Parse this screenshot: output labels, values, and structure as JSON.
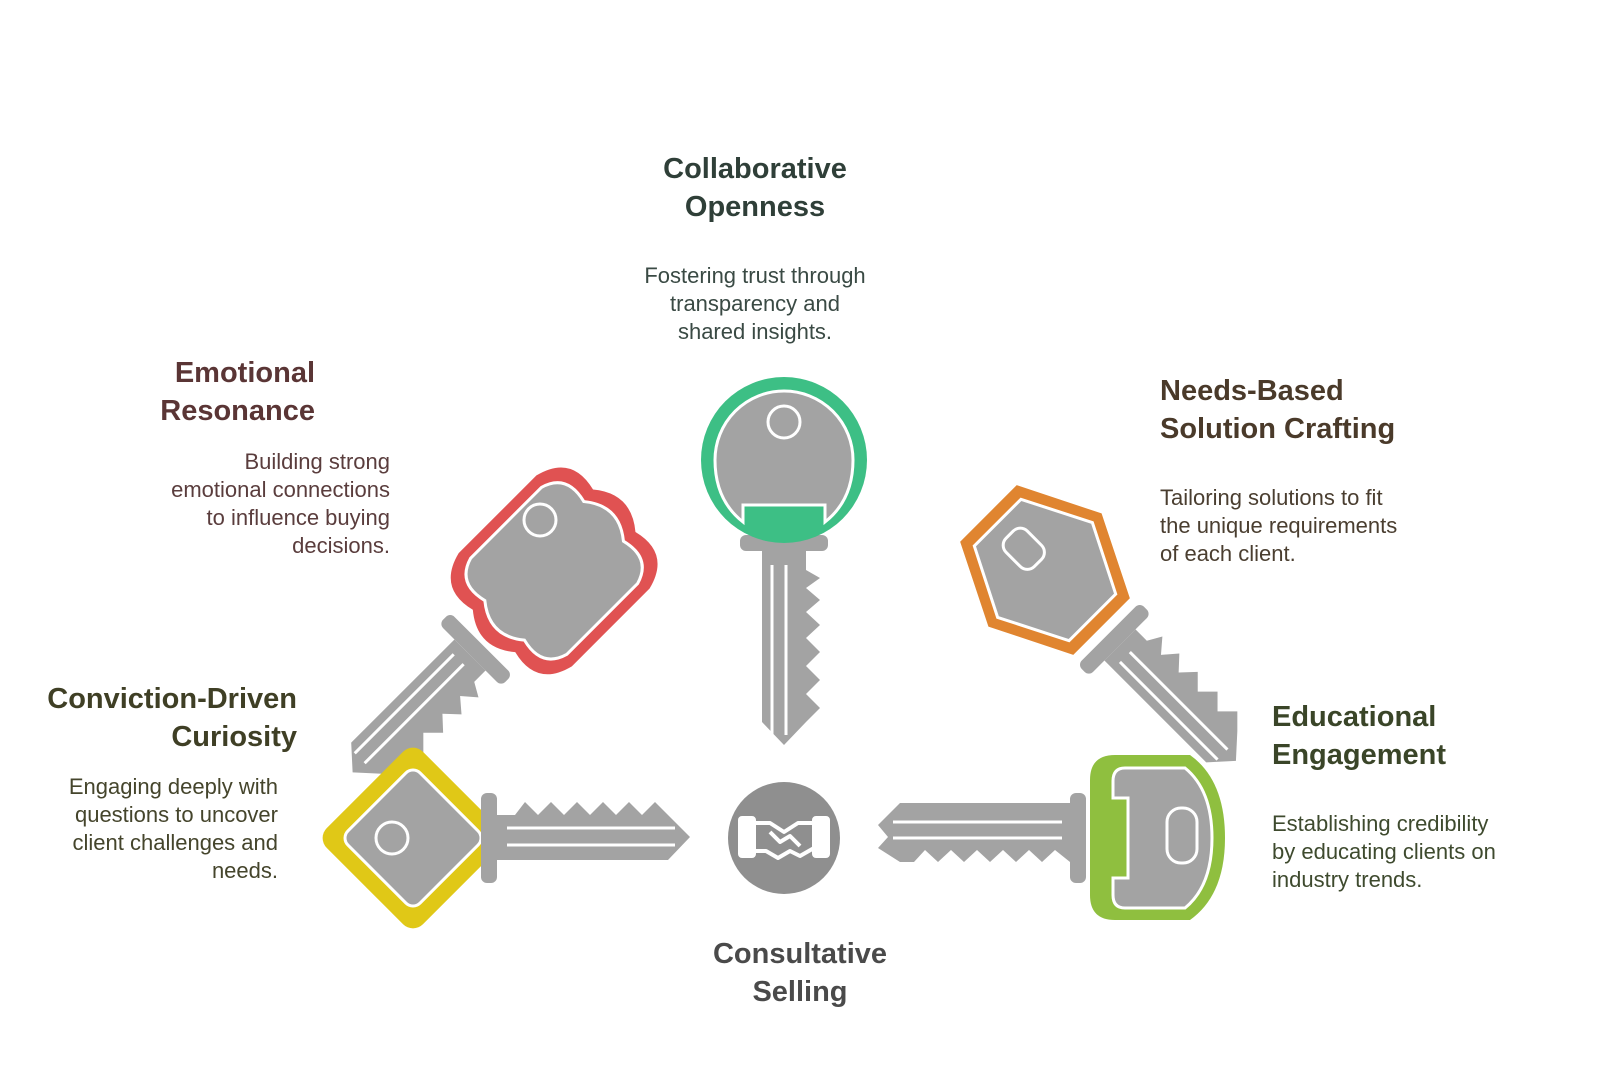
{
  "center": {
    "title": "Consultative\nSelling",
    "icon": "handshake-icon"
  },
  "items": [
    {
      "key": "collaborative",
      "title": "Collaborative\nOpenness",
      "description": "Fostering trust through\ntransparency and\nshared insights.",
      "color": "#3dbf85",
      "title_color": "#2f3f38",
      "text_color": "#3a4a44"
    },
    {
      "key": "emotional",
      "title": "Emotional\nResonance",
      "description": "Building strong\nemotional connections\nto influence buying\ndecisions.",
      "color": "#e05252",
      "title_color": "#5a3535",
      "text_color": "#5a3d3d"
    },
    {
      "key": "needs",
      "title": "Needs-Based\nSolution Crafting",
      "description": "Tailoring solutions to fit\nthe unique requirements\nof each client.",
      "color": "#e08530",
      "title_color": "#4a3a2a",
      "text_color": "#4a3e30"
    },
    {
      "key": "conviction",
      "title": "Conviction-Driven\nCuriosity",
      "description": "Engaging deeply with\nquestions to uncover\nclient challenges and\nneeds.",
      "color": "#e0c817",
      "title_color": "#3f3f25",
      "text_color": "#45452c"
    },
    {
      "key": "educational",
      "title": "Educational\nEngagement",
      "description": "Establishing credibility\nby educating clients on\nindustry trends.",
      "color": "#8fbf3f",
      "title_color": "#3a4528",
      "text_color": "#3e4a2e"
    }
  ],
  "key_gray": "#a3a3a3",
  "center_gray": "#8f8f8f"
}
